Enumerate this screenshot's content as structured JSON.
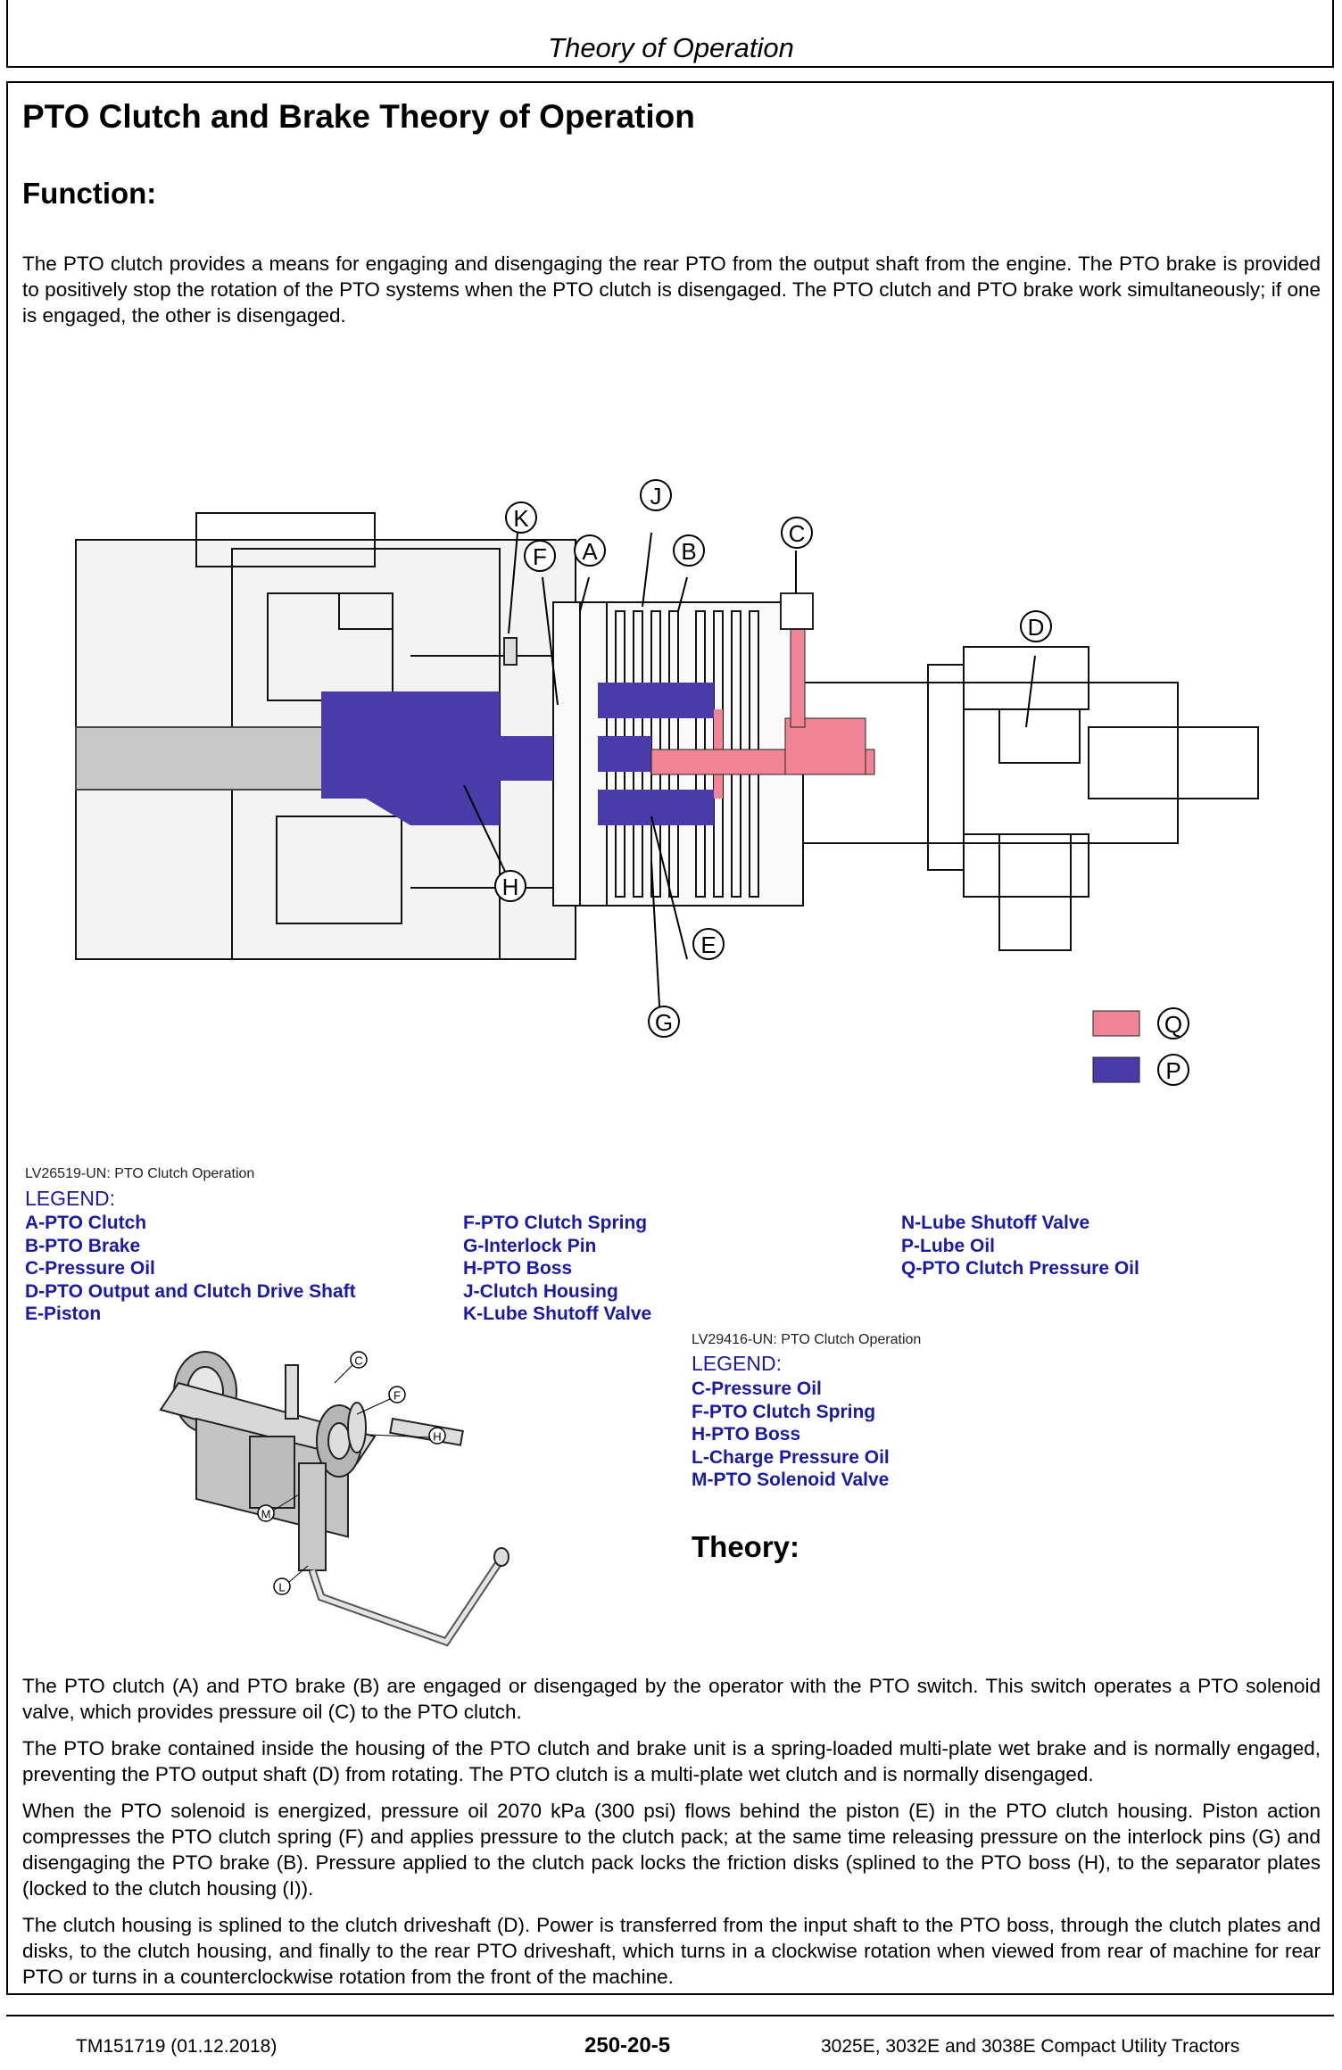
{
  "header": {
    "title": "Theory of Operation"
  },
  "page_title": "PTO Clutch and Brake Theory of Operation",
  "function": {
    "heading": "Function:",
    "text": "The PTO clutch provides a means for engaging and disengaging the rear PTO from the output shaft from the engine. The PTO brake is provided to positively stop the rotation of the PTO systems when the PTO clutch is disengaged. The PTO clutch and PTO brake work simultaneously; if one is engaged, the other is disengaged."
  },
  "figure1": {
    "callouts": [
      "K",
      "J",
      "F",
      "A",
      "B",
      "C",
      "D",
      "H",
      "E",
      "G"
    ],
    "key_labels": [
      "Q",
      "P"
    ],
    "colors": {
      "pressure_oil": "#ef8597",
      "lube_oil": "#4a3ba8",
      "legend_text": "#1a1aa8"
    },
    "caption": "LV26519-UN: PTO Clutch Operation",
    "legend_title": "LEGEND:",
    "legend_col1": [
      "A-PTO Clutch",
      "B-PTO Brake",
      "C-Pressure Oil",
      "D-PTO Output and Clutch Drive Shaft",
      "E-Piston"
    ],
    "legend_col2": [
      "F-PTO Clutch Spring",
      "G-Interlock Pin",
      "H-PTO Boss",
      "J-Clutch Housing",
      "K-Lube Shutoff Valve"
    ],
    "legend_col3": [
      "N-Lube Shutoff Valve",
      "P-Lube Oil",
      "Q-PTO Clutch Pressure Oil"
    ]
  },
  "figure2": {
    "callouts": [
      "C",
      "F",
      "H",
      "M",
      "L"
    ],
    "caption": "LV29416-UN: PTO Clutch Operation",
    "legend_title": "LEGEND:",
    "legend_items": [
      "C-Pressure Oil",
      "F-PTO Clutch Spring",
      "H-PTO Boss",
      "L-Charge Pressure Oil",
      "M-PTO Solenoid Valve"
    ]
  },
  "theory": {
    "heading": "Theory:",
    "paragraphs": [
      "The PTO clutch (A) and PTO brake (B) are engaged or disengaged by the operator with the PTO switch. This switch operates a PTO solenoid valve, which provides pressure oil (C) to the PTO clutch.",
      "The PTO brake contained inside the housing of the PTO clutch and brake unit is a spring-loaded multi-plate wet brake and is normally engaged, preventing the PTO output shaft (D) from rotating. The PTO clutch is a multi-plate wet clutch and is normally disengaged.",
      "When the PTO solenoid is energized, pressure oil 2070 kPa (300 psi) flows behind the piston (E) in the PTO clutch housing. Piston action compresses the PTO clutch spring (F) and applies pressure to the clutch pack; at the same time releasing pressure on the interlock pins (G) and disengaging the PTO brake (B). Pressure applied to the clutch pack locks the friction disks (splined to the PTO boss (H), to the separator plates (locked to the clutch housing (I)).",
      "The clutch housing is splined to the clutch driveshaft (D). Power is transferred from the input shaft to the PTO boss, through the clutch plates and disks, to the clutch housing, and finally to the rear PTO driveshaft, which turns in a clockwise rotation when viewed from rear of machine for rear PTO or turns in a counterclockwise rotation from the front of the machine."
    ]
  },
  "footer": {
    "doc_id": "TM151719 (01.12.2018)",
    "page": "250-20-5",
    "product": "3025E, 3032E and 3038E Compact Utility Tractors"
  }
}
